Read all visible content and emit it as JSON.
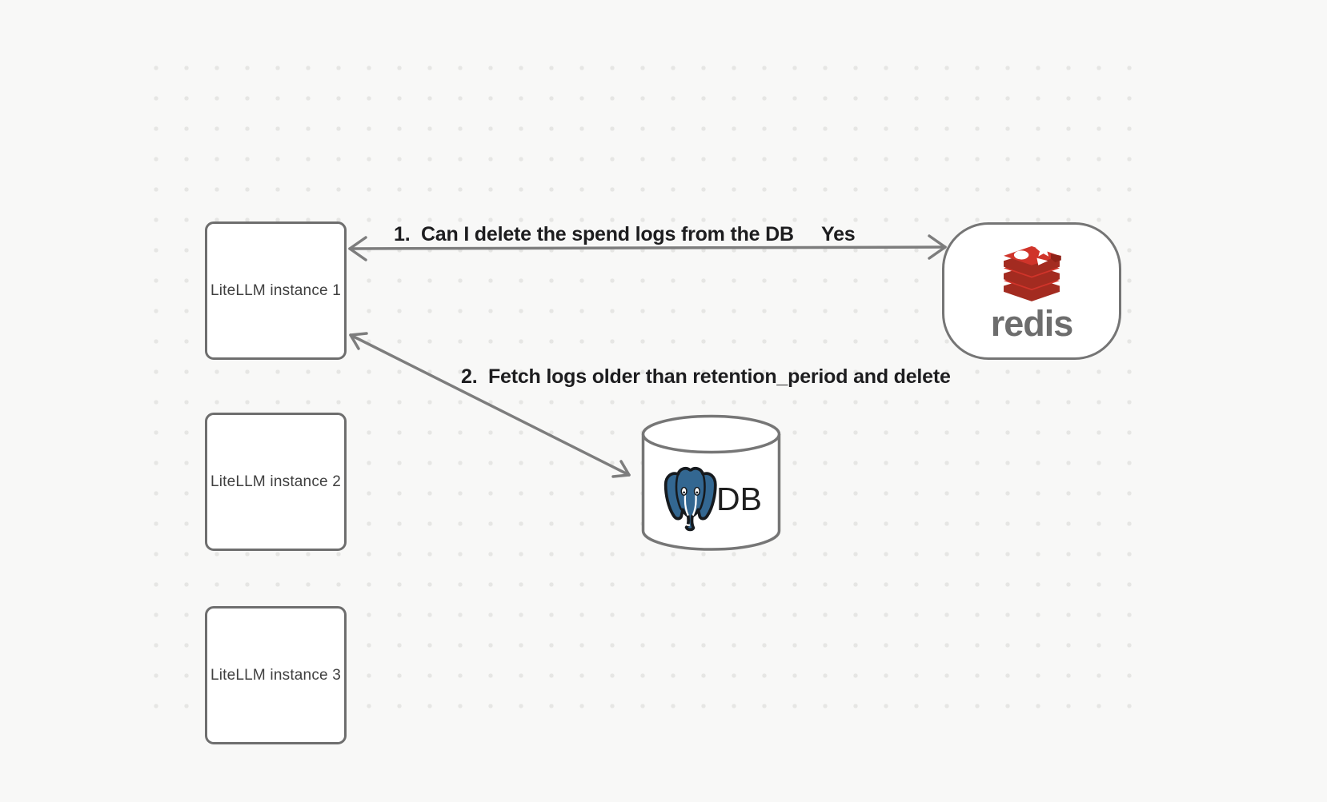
{
  "diagram": {
    "nodes": {
      "instance1": {
        "label": "LiteLLM instance 1"
      },
      "instance2": {
        "label": "LiteLLM instance 2"
      },
      "instance3": {
        "label": "LiteLLM instance 3"
      },
      "redis": {
        "label": "redis"
      },
      "db": {
        "label": "DB"
      }
    },
    "edges": {
      "edge1": {
        "label": "1.  Can I delete the spend logs from the DB",
        "response": "Yes"
      },
      "edge2": {
        "label": "2.  Fetch logs older than retention_period and delete"
      }
    },
    "colors": {
      "background": "#f8f8f7",
      "grid_dot": "#e6e6e4",
      "node_border": "#6e6e6e",
      "arrow": "#7d7d7d",
      "label_text": "#1d1d1f",
      "node_text": "#404040",
      "redis_red": "#d0342a",
      "redis_red_dark": "#a32b20",
      "redis_wordmark": "#6d6d6d",
      "postgres_blue": "#336791"
    }
  }
}
